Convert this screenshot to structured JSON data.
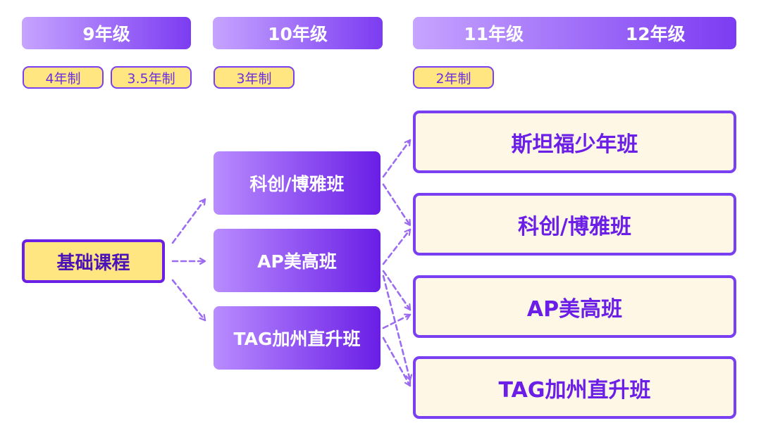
{
  "grades": {
    "g9": "9年级",
    "g10": "10年级",
    "g11": "11年级",
    "g12": "12年级"
  },
  "programs": {
    "p4": "4年制",
    "p35": "3.5年制",
    "p3": "3年制",
    "p2": "2年制"
  },
  "base_course": "基础课程",
  "tracks": [
    "科创/博雅班",
    "AP美高班",
    "TAG加州直升班"
  ],
  "destinations": [
    "斯坦福少年班",
    "科创/博雅班",
    "AP美高班",
    "TAG加州直升班"
  ],
  "colors": {
    "purple": "#7b3ff2",
    "dark_purple": "#6a1ee6",
    "yellow": "#ffe680",
    "cream": "#fff7e6",
    "arrow": "#9b6cf2"
  }
}
